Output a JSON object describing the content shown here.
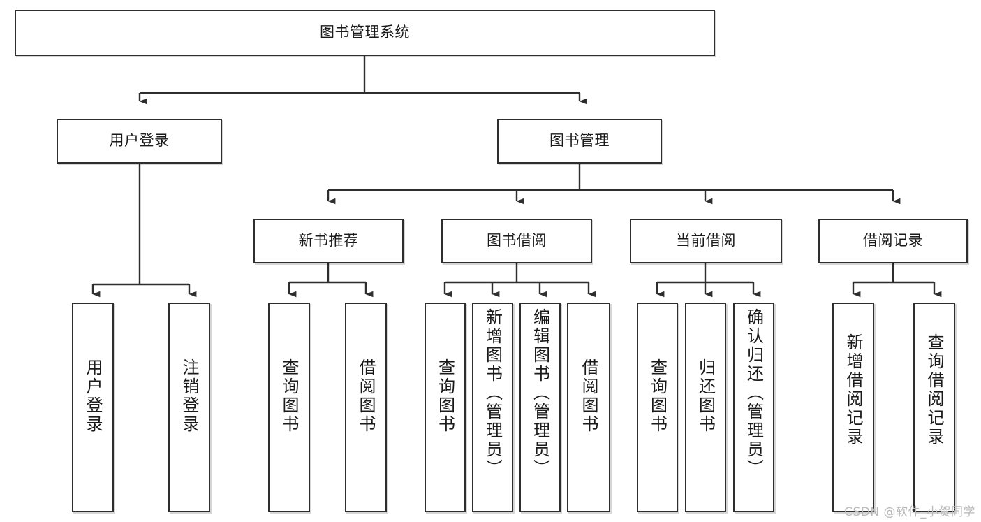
{
  "diagram": {
    "type": "tree-hierarchy",
    "title": "图书管理系统",
    "watermark": "CSDN @软件_小贺同学",
    "colors": {
      "stroke": "#2e2e2e",
      "fill": "#ffffff",
      "text": "#1a1a1a",
      "watermark": "#b9b9b9"
    },
    "nodes": {
      "root": {
        "label": "图书管理系统",
        "orientation": "horizontal"
      },
      "level2": [
        {
          "id": "user-login",
          "label": "用户登录",
          "orientation": "horizontal"
        },
        {
          "id": "book-management",
          "label": "图书管理",
          "orientation": "horizontal"
        }
      ],
      "level3": [
        {
          "id": "new-book-recommend",
          "label": "新书推荐",
          "orientation": "horizontal"
        },
        {
          "id": "book-borrow",
          "label": "图书借阅",
          "orientation": "horizontal"
        },
        {
          "id": "current-borrow",
          "label": "当前借阅",
          "orientation": "horizontal"
        },
        {
          "id": "borrow-record",
          "label": "借阅记录",
          "orientation": "horizontal"
        }
      ],
      "leaves": [
        {
          "id": "leaf-user-login",
          "label": "用户登录",
          "parent": "user-login"
        },
        {
          "id": "leaf-logout-login",
          "label": "注销登录",
          "parent": "user-login"
        },
        {
          "id": "leaf-query-book-1",
          "label": "查询图书",
          "parent": "new-book-recommend"
        },
        {
          "id": "leaf-borrow-book-1",
          "label": "借阅图书",
          "parent": "new-book-recommend"
        },
        {
          "id": "leaf-query-book-2",
          "label": "查询图书",
          "parent": "book-borrow"
        },
        {
          "id": "leaf-add-book",
          "label": "新增图书（管理员）",
          "parent": "book-borrow"
        },
        {
          "id": "leaf-edit-book",
          "label": "编辑图书（管理员）",
          "parent": "book-borrow"
        },
        {
          "id": "leaf-borrow-book-2",
          "label": "借阅图书",
          "parent": "book-borrow"
        },
        {
          "id": "leaf-query-book-3",
          "label": "查询图书",
          "parent": "current-borrow"
        },
        {
          "id": "leaf-return-book",
          "label": "归还图书",
          "parent": "current-borrow"
        },
        {
          "id": "leaf-confirm-return",
          "label": "确认归还（管理员）",
          "parent": "current-borrow"
        },
        {
          "id": "leaf-add-record",
          "label": "新增借阅记录",
          "parent": "borrow-record"
        },
        {
          "id": "leaf-query-record",
          "label": "查询借阅记录",
          "parent": "borrow-record"
        }
      ]
    }
  }
}
